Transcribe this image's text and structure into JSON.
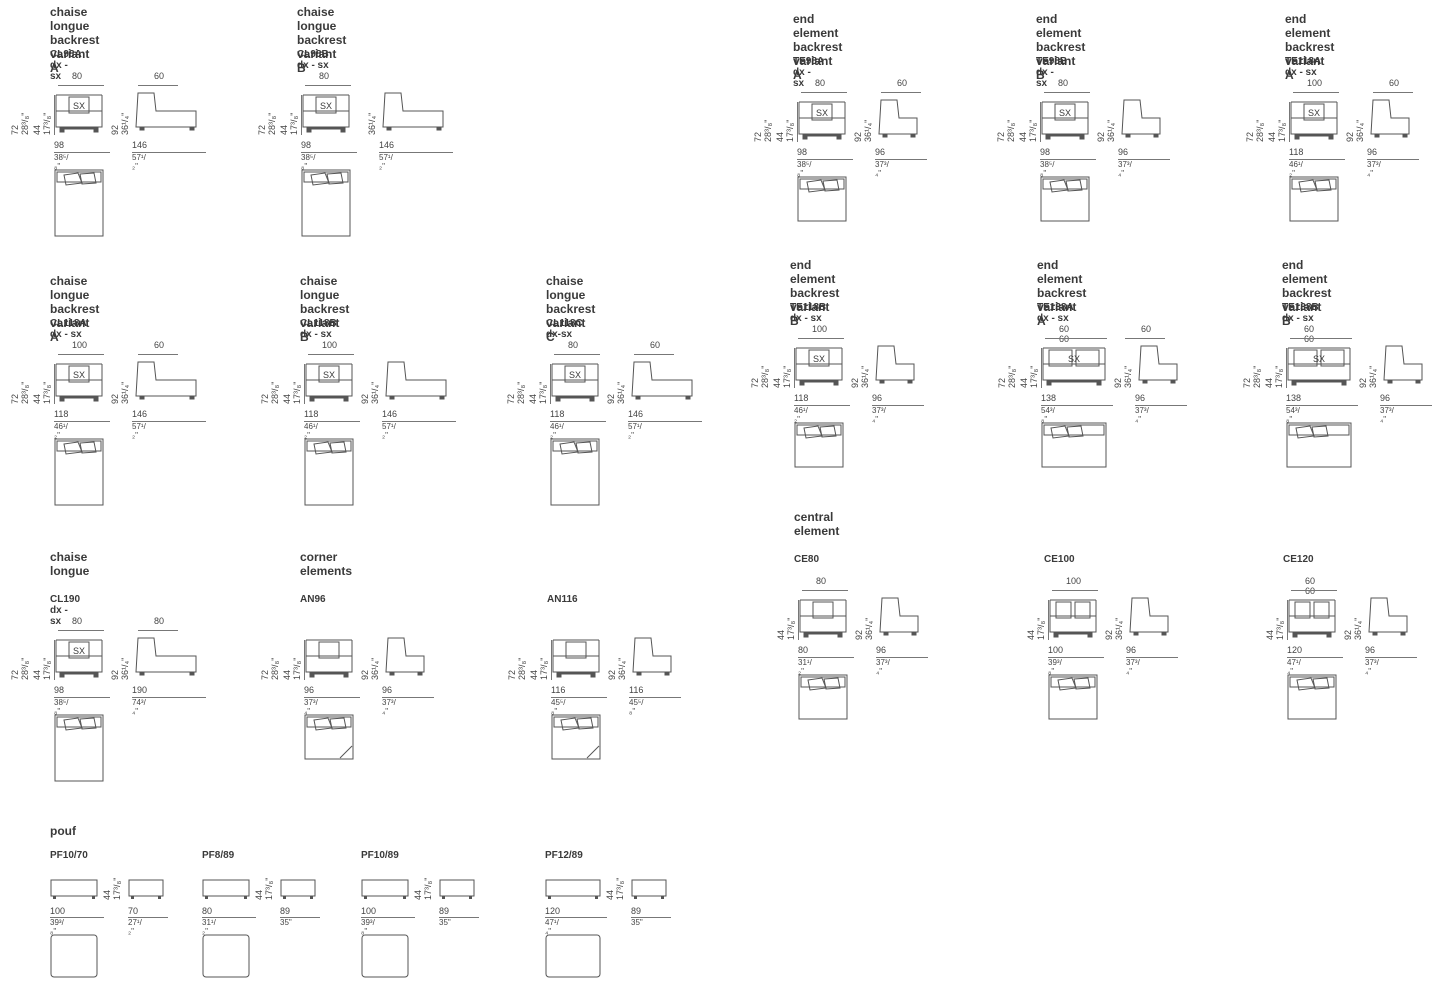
{
  "modules": [
    {
      "id": "cl98a",
      "title": "chaise longue\nbackrest variant A",
      "code": "CL98A  dx - sx",
      "kind": "chaise",
      "w1": "80",
      "w2": "60",
      "h1": "72",
      "h1i": "28³/₈\"",
      "h2": "44",
      "h2i": "17³/₈\"",
      "h3": "92",
      "h3i": "36¹/₄\"",
      "b1": "98",
      "b1i": "38⁵/₈\"",
      "b2": "146",
      "b2i": "57¹/₂\"",
      "sx": "SX"
    },
    {
      "id": "cl98b",
      "title": "chaise longue\nbackrest variant B",
      "code": "CL98B  dx - sx",
      "kind": "chaise",
      "w1": "80",
      "w2": "",
      "h1": "72",
      "h1i": "28³/₈\"",
      "h2": "44",
      "h2i": "17³/₈\"",
      "h3": "",
      "h3i": "36¹/₄\"",
      "b1": "98",
      "b1i": "38⁵/₈\"",
      "b2": "146",
      "b2i": "57¹/₂\"",
      "sx": "SX"
    },
    {
      "id": "cl118a",
      "title": "chaise longue\nbackrest variant A",
      "code": "CL118A  dx - sx",
      "kind": "chaise",
      "w1": "100",
      "w2": "60",
      "h1": "72",
      "h1i": "28³/₈\"",
      "h2": "44",
      "h2i": "17³/₈\"",
      "h3": "92",
      "h3i": "36¹/₄\"",
      "b1": "118",
      "b1i": "46¹/₂\"",
      "b2": "146",
      "b2i": "57¹/₂\"",
      "sx": "SX"
    },
    {
      "id": "cl118b",
      "title": "chaise longue\nbackrest variant B",
      "code": "CL118B  dx - sx",
      "kind": "chaise",
      "w1": "100",
      "w2": "",
      "h1": "72",
      "h1i": "28³/₈\"",
      "h2": "44",
      "h2i": "17³/₈\"",
      "h3": "92",
      "h3i": "36¹/₄\"",
      "b1": "118",
      "b1i": "46¹/₂\"",
      "b2": "146",
      "b2i": "57¹/₂\"",
      "sx": "SX"
    },
    {
      "id": "cl118c",
      "title": "chaise longue\nbackrest variant C",
      "code": "CL118C  dx-sx",
      "kind": "chaise",
      "w1": "80",
      "w2": "60",
      "h1": "72",
      "h1i": "28³/₈\"",
      "h2": "44",
      "h2i": "17³/₈\"",
      "h3": "92",
      "h3i": "36¹/₄\"",
      "b1": "118",
      "b1i": "46¹/₂\"",
      "b2": "146",
      "b2i": "57¹/₂\"",
      "sx": "SX"
    },
    {
      "id": "cl190",
      "title": "chaise longue",
      "code": "CL190  dx - sx",
      "kind": "chaise",
      "w1": "80",
      "w2": "80",
      "h1": "72",
      "h1i": "28³/₈\"",
      "h2": "44",
      "h2i": "17³/₈\"",
      "h3": "92",
      "h3i": "36¹/₄\"",
      "b1": "98",
      "b1i": "38⁵/₈\"",
      "b2": "190",
      "b2i": "74³/₄\"",
      "sx": "SX"
    },
    {
      "id": "an96",
      "title": "corner elements",
      "code": "AN96",
      "kind": "corner",
      "w1": "",
      "w2": "",
      "h1": "72",
      "h1i": "28³/₈\"",
      "h2": "44",
      "h2i": "17³/₈\"",
      "h3": "92",
      "h3i": "36¹/₄\"",
      "b1": "96",
      "b1i": "37³/₄\"",
      "b2": "96",
      "b2i": "37³/₄\"",
      "sx": ""
    },
    {
      "id": "an116",
      "title": "",
      "code": "AN116",
      "kind": "corner",
      "w1": "",
      "w2": "",
      "h1": "72",
      "h1i": "28³/₈\"",
      "h2": "44",
      "h2i": "17³/₈\"",
      "h3": "92",
      "h3i": "36¹/₄\"",
      "b1": "116",
      "b1i": "45⁵/₈\"",
      "b2": "116",
      "b2i": "45⁵/₈\"",
      "sx": ""
    },
    {
      "id": "te98a",
      "title": "end element\nbackrest variant A",
      "code": "TE98A  dx - sx",
      "kind": "end",
      "w1": "80",
      "w2": "60",
      "h1": "72",
      "h1i": "28³/₈\"",
      "h2": "44",
      "h2i": "17³/₈\"",
      "h3": "92",
      "h3i": "36¹/₄\"",
      "b1": "98",
      "b1i": "38⁵/₈\"",
      "b2": "96",
      "b2i": "37³/₄\"",
      "sx": "SX"
    },
    {
      "id": "te98b",
      "title": "end element\nbackrest variant B",
      "code": "TE98B  dx - sx",
      "kind": "end",
      "w1": "80",
      "w2": "",
      "h1": "72",
      "h1i": "28³/₈\"",
      "h2": "44",
      "h2i": "17³/₈\"",
      "h3": "92",
      "h3i": "36¹/₄\"",
      "b1": "98",
      "b1i": "38⁵/₈\"",
      "b2": "96",
      "b2i": "37³/₄\"",
      "sx": "SX"
    },
    {
      "id": "te118a",
      "title": "end element\nbackrest variant A",
      "code": "TE118A  dx - sx",
      "kind": "end",
      "w1": "100",
      "w2": "60",
      "h1": "72",
      "h1i": "28³/₈\"",
      "h2": "44",
      "h2i": "17³/₈\"",
      "h3": "92",
      "h3i": "36¹/₄\"",
      "b1": "118",
      "b1i": "46¹/₂\"",
      "b2": "96",
      "b2i": "37³/₄\"",
      "sx": "SX"
    },
    {
      "id": "te118b",
      "title": "end element\nbackrest variant B",
      "code": "TE118B  dx - sx",
      "kind": "end",
      "w1": "100",
      "w2": "",
      "h1": "72",
      "h1i": "28³/₈\"",
      "h2": "44",
      "h2i": "17³/₈\"",
      "h3": "92",
      "h3i": "36¹/₄\"",
      "b1": "118",
      "b1i": "46¹/₂\"",
      "b2": "96",
      "b2i": "37³/₄\"",
      "sx": "SX"
    },
    {
      "id": "te138a",
      "title": "end element\nbackrest variant A",
      "code": "TE138A  dx - sx",
      "kind": "end2",
      "w1": "60   60",
      "w2": "60",
      "h1": "72",
      "h1i": "28³/₈\"",
      "h2": "44",
      "h2i": "17³/₈\"",
      "h3": "92",
      "h3i": "36¹/₄\"",
      "b1": "138",
      "b1i": "54³/₈\"",
      "b2": "96",
      "b2i": "37³/₄\"",
      "sx": "SX"
    },
    {
      "id": "te138b",
      "title": "end element\nbackrest variant B",
      "code": "TE138B  dx - sx",
      "kind": "end2",
      "w1": "60   60",
      "w2": "",
      "h1": "72",
      "h1i": "28³/₈\"",
      "h2": "44",
      "h2i": "17³/₈\"",
      "h3": "92",
      "h3i": "36¹/₄\"",
      "b1": "138",
      "b1i": "54³/₈\"",
      "b2": "96",
      "b2i": "37³/₄\"",
      "sx": "SX"
    },
    {
      "id": "ce80",
      "title": "central element",
      "code": "CE80",
      "kind": "central",
      "w1": "80",
      "w2": "",
      "h1": "",
      "h1i": "",
      "h2": "44",
      "h2i": "17³/₈\"",
      "h3": "92",
      "h3i": "36¹/₄\"",
      "b1": "80",
      "b1i": "31¹/₂\"",
      "b2": "96",
      "b2i": "37³/₄\"",
      "sx": ""
    },
    {
      "id": "ce100",
      "title": "",
      "code": "CE100",
      "kind": "central2",
      "w1": "100",
      "w2": "",
      "h1": "",
      "h1i": "",
      "h2": "44",
      "h2i": "17³/₈\"",
      "h3": "92",
      "h3i": "36¹/₄\"",
      "b1": "100",
      "b1i": "39³/₈\"",
      "b2": "96",
      "b2i": "37³/₄\"",
      "sx": ""
    },
    {
      "id": "ce120",
      "title": "",
      "code": "CE120",
      "kind": "central2",
      "w1": "60   60",
      "w2": "",
      "h1": "",
      "h1i": "",
      "h2": "44",
      "h2i": "17³/₈\"",
      "h3": "92",
      "h3i": "36¹/₄\"",
      "b1": "120",
      "b1i": "47¹/₄\"",
      "b2": "96",
      "b2i": "37³/₄\"",
      "sx": ""
    }
  ],
  "pouf": {
    "title": "pouf",
    "items": [
      {
        "code": "PF10/70",
        "h": "44",
        "hi": "17³/₈\"",
        "b1": "100",
        "b1i": "39³/₈\"",
        "b2": "70",
        "b2i": "27¹/₂\""
      },
      {
        "code": "PF8/89",
        "h": "44",
        "hi": "17³/₈\"",
        "b1": "80",
        "b1i": "31¹/₂\"",
        "b2": "89",
        "b2i": "35\""
      },
      {
        "code": "PF10/89",
        "h": "44",
        "hi": "17³/₈\"",
        "b1": "100",
        "b1i": "39³/₈\"",
        "b2": "89",
        "b2i": "35\""
      },
      {
        "code": "PF12/89",
        "h": "44",
        "hi": "17³/₈\"",
        "b1": "120",
        "b1i": "47¹/₄\"",
        "b2": "89",
        "b2i": "35\""
      }
    ]
  },
  "colors": {
    "ink": "#3a3a3a",
    "line": "#777777"
  }
}
